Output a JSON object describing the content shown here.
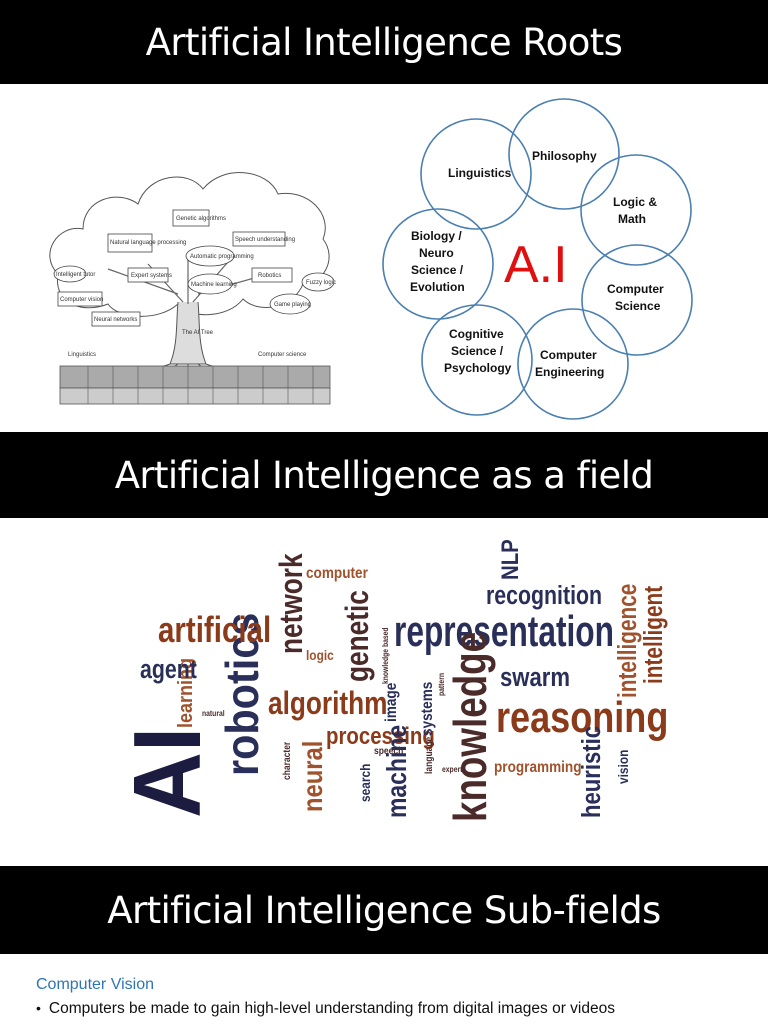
{
  "slides": {
    "roots": {
      "title": "Artificial Intelligence Roots",
      "tree_labels": [
        "Genetic algorithms",
        "Speech understanding",
        "Natural language processing",
        "Automatic programming",
        "Intelligent tutor",
        "Expert systems",
        "Robotics",
        "Fuzzy logic",
        "Computer vision",
        "Machine learning",
        "Game playing",
        "Neural networks",
        "The AI Tree",
        "Linguistics",
        "Computer science"
      ],
      "venn": {
        "center": "A.I",
        "circles": [
          {
            "lines": [
              "Linguistics"
            ]
          },
          {
            "lines": [
              "Philosophy"
            ]
          },
          {
            "lines": [
              "Logic &",
              "Math"
            ]
          },
          {
            "lines": [
              "Biology /",
              "Neuro",
              "Science /",
              "Evolution"
            ]
          },
          {
            "lines": [
              "Computer",
              "Science"
            ]
          },
          {
            "lines": [
              "Cognitive",
              "Science /",
              "Psychology"
            ]
          },
          {
            "lines": [
              "Computer",
              "Engineering"
            ]
          }
        ],
        "circle_color": "#4a7fb0",
        "center_color": "#e01010"
      }
    },
    "field": {
      "title": "Artificial Intelligence as a field",
      "words": [
        {
          "text": "AI",
          "color": "#1c1c40"
        },
        {
          "text": "robotics",
          "color": "#2a2f5a"
        },
        {
          "text": "learning",
          "color": "#a0522d"
        },
        {
          "text": "agent",
          "color": "#2a2f5a"
        },
        {
          "text": "artificial",
          "color": "#8b3a1a"
        },
        {
          "text": "network",
          "color": "#4b2a2a"
        },
        {
          "text": "computer",
          "color": "#a0522d"
        },
        {
          "text": "genetic",
          "color": "#4b2a2a"
        },
        {
          "text": "logic",
          "color": "#a0522d"
        },
        {
          "text": "algorithm",
          "color": "#8b3a1a"
        },
        {
          "text": "neural",
          "color": "#a0522d"
        },
        {
          "text": "processing",
          "color": "#8b3a1a"
        },
        {
          "text": "representation",
          "color": "#2a2f5a"
        },
        {
          "text": "recognition",
          "color": "#2a2f5a"
        },
        {
          "text": "NLP",
          "color": "#2a2f5a"
        },
        {
          "text": "knowledge",
          "color": "#4b2a2a"
        },
        {
          "text": "reasoning",
          "color": "#8b3a1a"
        },
        {
          "text": "swarm",
          "color": "#2a2f5a"
        },
        {
          "text": "intelligence",
          "color": "#a0522d"
        },
        {
          "text": "intelligent",
          "color": "#8b3a1a"
        },
        {
          "text": "vision",
          "color": "#2a2f5a"
        },
        {
          "text": "heuristic",
          "color": "#2a2f5a"
        },
        {
          "text": "programming",
          "color": "#a0522d"
        },
        {
          "text": "machine",
          "color": "#2a2f5a"
        },
        {
          "text": "search",
          "color": "#2a2f5a"
        },
        {
          "text": "speech",
          "color": "#4b2a2a"
        },
        {
          "text": "systems",
          "color": "#2a2f5a"
        },
        {
          "text": "image",
          "color": "#2a2f5a"
        },
        {
          "text": "language",
          "color": "#4b2a2a"
        },
        {
          "text": "expert",
          "color": "#4b2a2a"
        },
        {
          "text": "pattern",
          "color": "#4b2a2a"
        },
        {
          "text": "knowledge based",
          "color": "#4b2a2a"
        },
        {
          "text": "natural",
          "color": "#4b2a2a"
        },
        {
          "text": "character",
          "color": "#4b2a2a"
        }
      ]
    },
    "subfields": {
      "title": "Artificial Intelligence Sub-fields",
      "heading": "Computer Vision",
      "bullet": "•",
      "bullet_text": "Computers be made to gain high-level understanding from digital images or videos",
      "heading_color": "#2e75b6"
    }
  }
}
